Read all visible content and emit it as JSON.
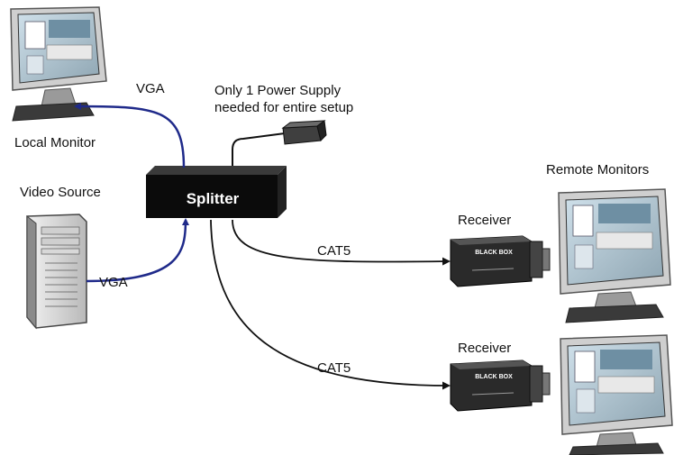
{
  "labels": {
    "vga_top": "VGA",
    "power_supply_line1": "Only 1 Power Supply",
    "power_supply_line2": "needed for entire setup",
    "local_monitor": "Local Monitor",
    "video_source": "Video Source",
    "splitter": "Splitter",
    "remote_monitors": "Remote Monitors",
    "receiver_1": "Receiver",
    "receiver_2": "Receiver",
    "cat5_1": "CAT5",
    "cat5_2": "CAT5",
    "vga_bottom": "VGA"
  },
  "device_branding": "BLACK BOX",
  "colors": {
    "vga_cable": "#1f2a8a",
    "cat5_cable": "#111111",
    "splitter_body": "#0b0b0b",
    "splitter_text": "#ffffff"
  }
}
